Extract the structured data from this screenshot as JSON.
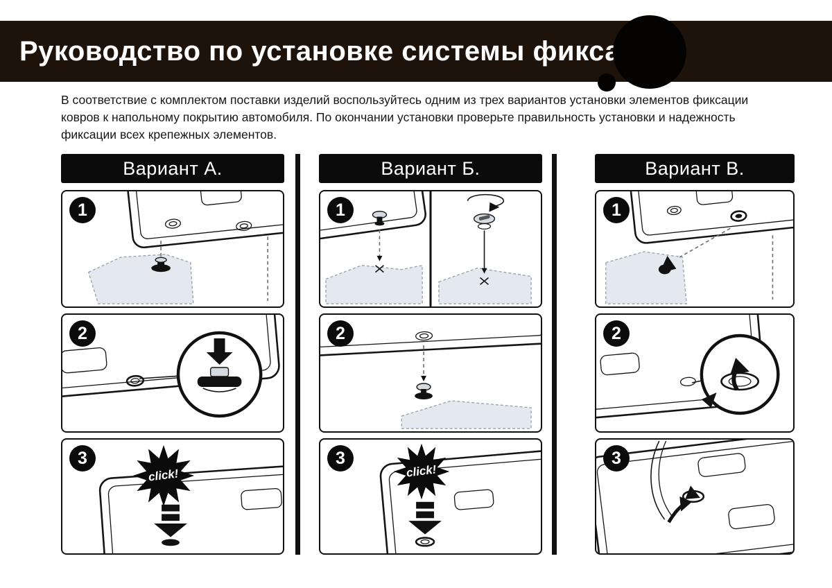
{
  "header": {
    "title": "Руководство по установке системы фиксации"
  },
  "intro": "В соответствие с комплектом поставки изделий воспользуйтесь одним из трех вариантов установки элементов фиксации ковров к напольному покрытию автомобиля. По окончании установки проверьте правильность установки и надежность фиксации всех крепежных элементов.",
  "variants": [
    {
      "label": "Вариант А.",
      "step1": "1",
      "step2": "2",
      "step3": "3",
      "click": "click!"
    },
    {
      "label": "Вариант Б.",
      "step1": "1",
      "step2": "2",
      "step3": "3",
      "click": "click!"
    },
    {
      "label": "Вариант В.",
      "step1": "1",
      "step2": "2",
      "step3": "3"
    }
  ],
  "colors": {
    "header_bg": "#1d130b",
    "panel_border": "#111111",
    "floor_shade": "#e4e8ef"
  }
}
